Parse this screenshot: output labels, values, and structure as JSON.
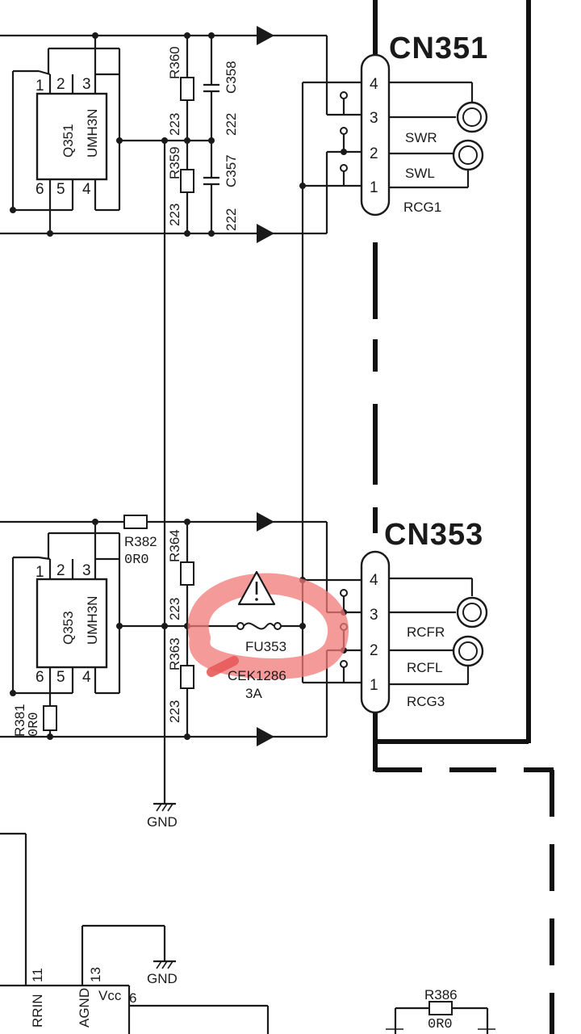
{
  "connectors": {
    "cn351": {
      "ref": "CN351",
      "part": "RCG1",
      "pins": [
        "4",
        "3",
        "2",
        "1"
      ],
      "jack_top": "SWR",
      "jack_bottom": "SWL"
    },
    "cn353": {
      "ref": "CN353",
      "part": "RCG3",
      "pins": [
        "4",
        "3",
        "2",
        "1"
      ],
      "jack_top": "RCFR",
      "jack_bottom": "RCFL"
    }
  },
  "transistors": {
    "q351": {
      "ref": "Q351",
      "part": "UMH3N",
      "pins": [
        "1",
        "2",
        "3",
        "6",
        "5",
        "4"
      ]
    },
    "q353": {
      "ref": "Q353",
      "part": "UMH3N",
      "pins": [
        "1",
        "2",
        "3",
        "6",
        "5",
        "4"
      ]
    }
  },
  "resistors": {
    "r360": {
      "ref": "R360",
      "value": "223"
    },
    "r359": {
      "ref": "R359",
      "value": "223"
    },
    "r364": {
      "ref": "R364",
      "value": "223"
    },
    "r363": {
      "ref": "R363",
      "value": "223"
    },
    "r382": {
      "ref": "R382",
      "value": "0R0"
    },
    "r381": {
      "ref": "R381",
      "value": "0R0"
    },
    "r386": {
      "ref": "R386",
      "value": "0R0"
    }
  },
  "capacitors": {
    "c358": {
      "ref": "C358",
      "value": "222"
    },
    "c357": {
      "ref": "C357",
      "value": "222"
    }
  },
  "fuse": {
    "ref": "FU353",
    "part": "CEK1286",
    "rating": "3A",
    "highlight_color": "#f07a78"
  },
  "grounds": {
    "label": "GND"
  },
  "ic": {
    "pin11": "11",
    "pin11_name": "RRIN",
    "pin13": "13",
    "pin13_name": "AGND",
    "vcc_name": "Vcc",
    "vcc_pin": "6"
  }
}
